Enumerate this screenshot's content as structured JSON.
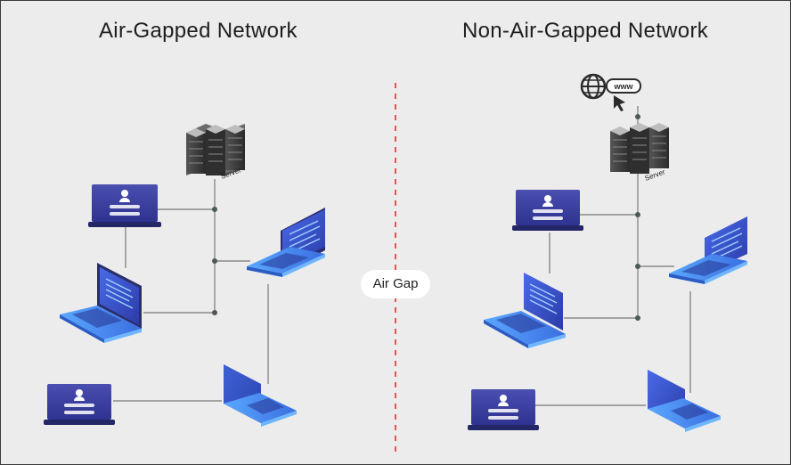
{
  "titles": {
    "left": "Air-Gapped Network",
    "right": "Non-Air-Gapped Network"
  },
  "divider": {
    "label": "Air Gap",
    "color": "#e2564f"
  },
  "server_label": "Server",
  "web_label": "www",
  "colors": {
    "line": "#8a8a8a",
    "node": "#4b5a58",
    "server_dark": "#3a3a3a",
    "server_light": "#9a9a9a",
    "laptop_screen": "#3b56d6",
    "laptop_base": "#4a8ef0",
    "laptop_frame": "#2a2f6b",
    "monitor": "#3b3f9a",
    "monitor_base": "#2a2f6b",
    "password_dot": "#ffffff"
  },
  "icons": [
    "server-icon",
    "laptop-icon",
    "monitor-login-icon",
    "globe-icon",
    "cursor-icon"
  ]
}
